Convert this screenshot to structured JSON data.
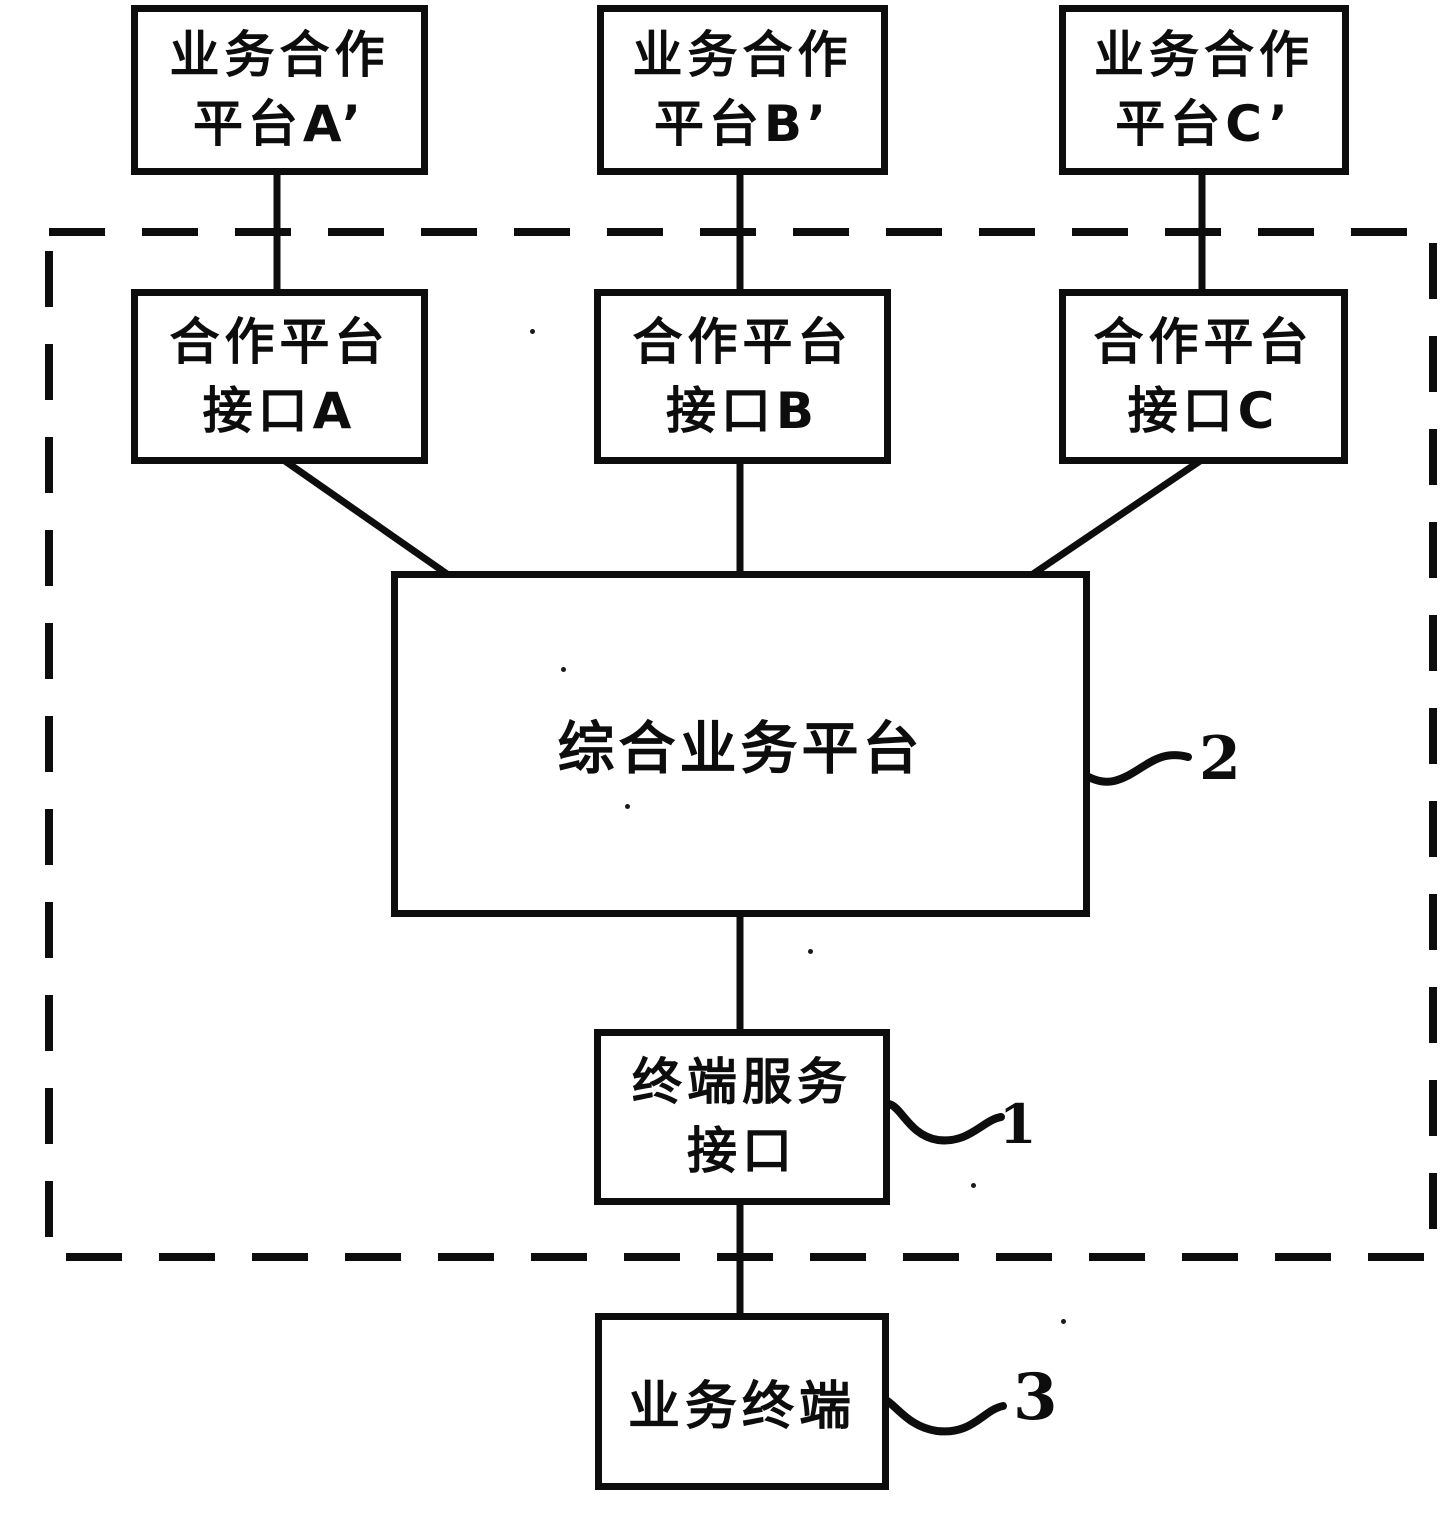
{
  "colors": {
    "ink": "#0d0d0d",
    "background": "#ffffff"
  },
  "diagram": {
    "top_platforms": [
      {
        "label": "业务合作\n平台A’"
      },
      {
        "label": "业务合作\n平台B’"
      },
      {
        "label": "业务合作\n平台C’"
      }
    ],
    "interfaces": [
      {
        "label": "合作平台\n接口A"
      },
      {
        "label": "合作平台\n接口B"
      },
      {
        "label": "合作平台\n接口C"
      }
    ],
    "central_platform": {
      "label": "综合业务平台",
      "ref": "2"
    },
    "terminal_interface": {
      "label": "终端服务\n接口",
      "ref": "1"
    },
    "service_terminal": {
      "label": "业务终端",
      "ref": "3"
    }
  }
}
